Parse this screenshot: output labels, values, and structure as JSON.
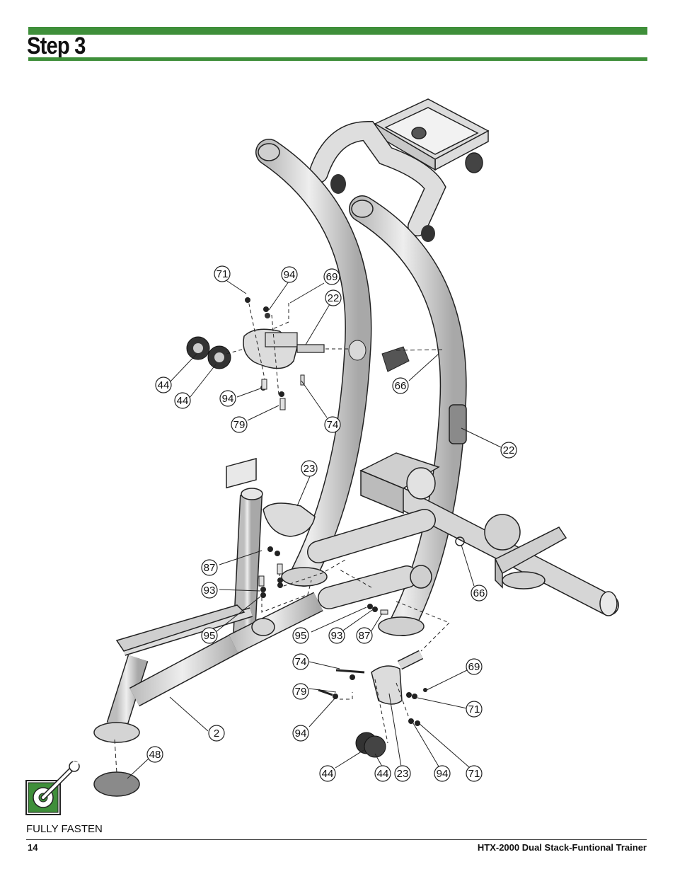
{
  "header": {
    "title": "Step 3"
  },
  "callouts": [
    {
      "id": "c71a",
      "label": "71"
    },
    {
      "id": "c94a",
      "label": "94"
    },
    {
      "id": "c69a",
      "label": "69"
    },
    {
      "id": "c22a",
      "label": "22"
    },
    {
      "id": "c44a",
      "label": "44"
    },
    {
      "id": "c44b",
      "label": "44"
    },
    {
      "id": "c94b",
      "label": "94"
    },
    {
      "id": "c66a",
      "label": "66"
    },
    {
      "id": "c79a",
      "label": "79"
    },
    {
      "id": "c74a",
      "label": "74"
    },
    {
      "id": "c22b",
      "label": "22"
    },
    {
      "id": "c23a",
      "label": "23"
    },
    {
      "id": "c87a",
      "label": "87"
    },
    {
      "id": "c93a",
      "label": "93"
    },
    {
      "id": "c66b",
      "label": "66"
    },
    {
      "id": "c95a",
      "label": "95"
    },
    {
      "id": "c95b",
      "label": "95"
    },
    {
      "id": "c93b",
      "label": "93"
    },
    {
      "id": "c87b",
      "label": "87"
    },
    {
      "id": "c74b",
      "label": "74"
    },
    {
      "id": "c69b",
      "label": "69"
    },
    {
      "id": "c79b",
      "label": "79"
    },
    {
      "id": "c71b",
      "label": "71"
    },
    {
      "id": "c2",
      "label": "2"
    },
    {
      "id": "c94c",
      "label": "94"
    },
    {
      "id": "c48",
      "label": "48"
    },
    {
      "id": "c44c",
      "label": "44"
    },
    {
      "id": "c44d",
      "label": "44"
    },
    {
      "id": "c23b",
      "label": "23"
    },
    {
      "id": "c94d",
      "label": "94"
    },
    {
      "id": "c71c",
      "label": "71"
    }
  ],
  "fasten": {
    "label": "FULLY FASTEN",
    "icon": "wrench-tighten-icon"
  },
  "footer": {
    "page_number": "14",
    "product": "HTX-2000 Dual Stack-Funtional Trainer"
  },
  "colors": {
    "accent": "#3f8f3a",
    "metal": "#d9d9d9",
    "line": "#222222"
  }
}
